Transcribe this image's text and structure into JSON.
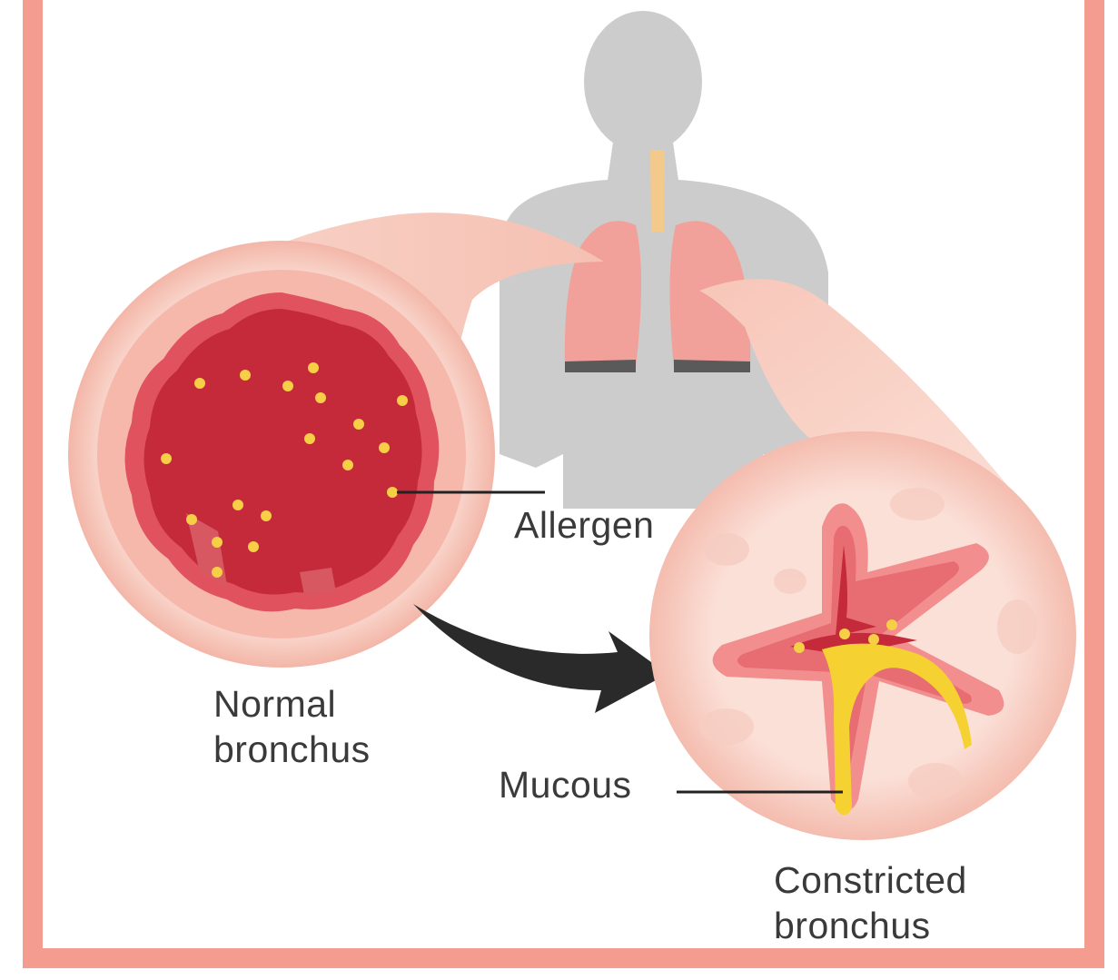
{
  "labels": {
    "allergen": "Allergen",
    "mucous": "Mucous",
    "normal_line1": "Normal",
    "normal_line2": "bronchus",
    "constricted_line1": "Constricted",
    "constricted_line2": "bronchus"
  },
  "colors": {
    "frame": "#f59c90",
    "silhouette": "#cccccc",
    "lung": "#f2a09a",
    "tube": "#f7c9bd",
    "lumen": "#c42a3a",
    "allergen": "#f6cf47",
    "mucus": "#f5d232",
    "arrow": "#2a2a2a"
  }
}
